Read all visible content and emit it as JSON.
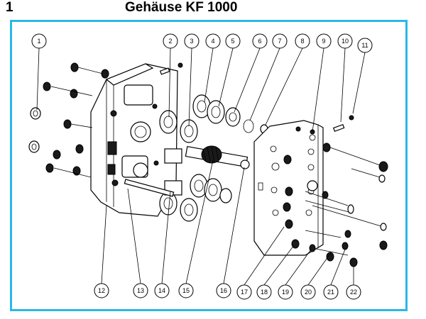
{
  "header": {
    "number": "1",
    "title": "Gehäuse KF 1000"
  },
  "callouts": [
    {
      "label": "1"
    },
    {
      "label": "2"
    },
    {
      "label": "3"
    },
    {
      "label": "4"
    },
    {
      "label": "5"
    },
    {
      "label": "6"
    },
    {
      "label": "7"
    },
    {
      "label": "8"
    },
    {
      "label": "9"
    },
    {
      "label": "10"
    },
    {
      "label": "11"
    },
    {
      "label": "12"
    },
    {
      "label": "13"
    },
    {
      "label": "14"
    },
    {
      "label": "15"
    },
    {
      "label": "16"
    },
    {
      "label": "17"
    },
    {
      "label": "18"
    },
    {
      "label": "19"
    },
    {
      "label": "20"
    },
    {
      "label": "21"
    },
    {
      "label": "22"
    }
  ],
  "colors": {
    "frame": "#29b8e8",
    "ink": "#000000"
  }
}
